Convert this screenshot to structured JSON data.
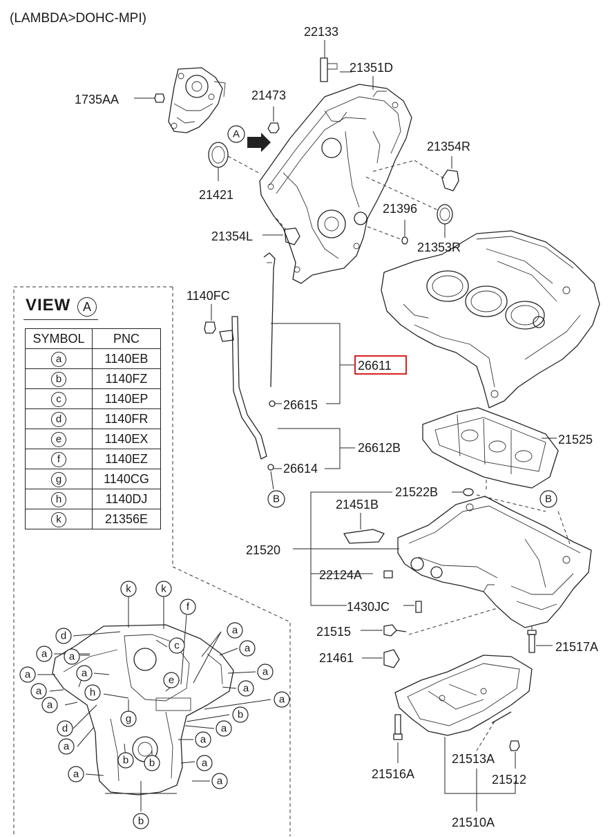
{
  "header": {
    "engine": "(LAMBDA>DOHC-MPI)"
  },
  "view": {
    "title": "VIEW",
    "view_letter": "A",
    "columns": [
      "SYMBOL",
      "PNC"
    ],
    "rows": [
      {
        "symbol": "a",
        "pnc": "1140EB"
      },
      {
        "symbol": "b",
        "pnc": "1140FZ"
      },
      {
        "symbol": "c",
        "pnc": "1140EP"
      },
      {
        "symbol": "d",
        "pnc": "1140FR"
      },
      {
        "symbol": "e",
        "pnc": "1140EX"
      },
      {
        "symbol": "f",
        "pnc": "1140EZ"
      },
      {
        "symbol": "g",
        "pnc": "1140CG"
      },
      {
        "symbol": "h",
        "pnc": "1140DJ"
      },
      {
        "symbol": "k",
        "pnc": "21356E"
      }
    ]
  },
  "parts": {
    "p22133": "22133",
    "p21351D": "21351D",
    "p1735AA": "1735AA",
    "p21473": "21473",
    "p21354R": "21354R",
    "p21421": "21421",
    "p21396": "21396",
    "p21354L": "21354L",
    "p21353R": "21353R",
    "p1140FC": "1140FC",
    "p26611": "26611",
    "p26615": "26615",
    "p26612B": "26612B",
    "p21525": "21525",
    "p26614": "26614",
    "p21522B": "21522B",
    "p21451B": "21451B",
    "p21520": "21520",
    "p22124A": "22124A",
    "p1430JC": "1430JC",
    "p21515": "21515",
    "p21517A": "21517A",
    "p21461": "21461",
    "p21516A": "21516A",
    "p21513A": "21513A",
    "p21512": "21512",
    "p21510A": "21510A"
  },
  "refs": {
    "a": "A",
    "b": "B"
  },
  "highlight_color": "#d62020",
  "symbols": {
    "a": "a",
    "b": "b",
    "c": "c",
    "d": "d",
    "e": "e",
    "f": "f",
    "g": "g",
    "h": "h",
    "k": "k"
  }
}
